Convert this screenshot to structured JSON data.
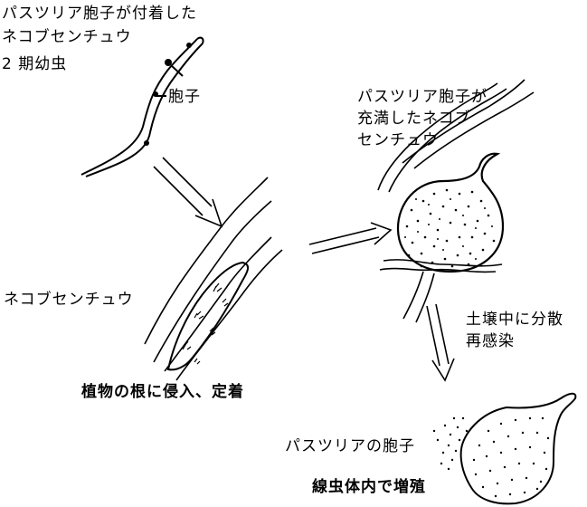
{
  "labels": {
    "nematode_caption_line1": "パスツリア胞子が付着した",
    "nematode_caption_line2": "ネコブセンチュウ",
    "nematode_caption_line3": "2 期幼虫",
    "spore": "胞子",
    "filled_line1": "パスツリア胞子が",
    "filled_line2": "充満したネコブ",
    "filled_line3": "センチュウ",
    "nematode_in_root": "ネコブセンチュウ",
    "invade": "植物の根に侵入、定着",
    "disperse_line1": "土壌中に分散",
    "disperse_line2": "再感染",
    "pasteuria_spores": "パスツリアの胞子",
    "multiply": "線虫体内で増殖"
  }
}
